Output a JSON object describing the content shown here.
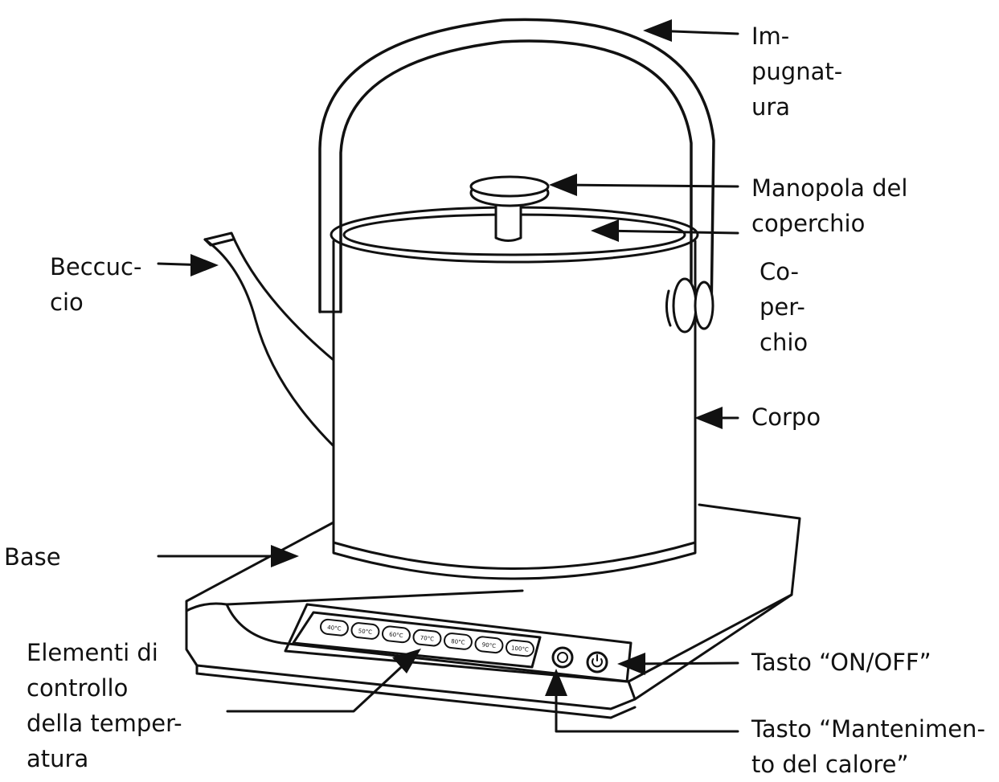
{
  "labels": {
    "handle": "Im-\npugnat-\nura",
    "lid_knob": "Manopola del\ncoperchio",
    "lid": "Co-\nper-\nchio",
    "spout": "Beccuc-\ncio",
    "body": "Corpo",
    "base": "Base",
    "temperature_controls": "Elementi di\ncontrollo\ndella temper-\natura",
    "on_off_button": "Tasto “ON/OFF”",
    "keep_warm_button": "Tasto “Mantenimen-\nto del calore”"
  },
  "temperature_presets": [
    "40°C",
    "50°C",
    "60°C",
    "70°C",
    "80°C",
    "90°C",
    "100°C"
  ],
  "colors": {
    "line": "#111111",
    "background": "#ffffff"
  }
}
